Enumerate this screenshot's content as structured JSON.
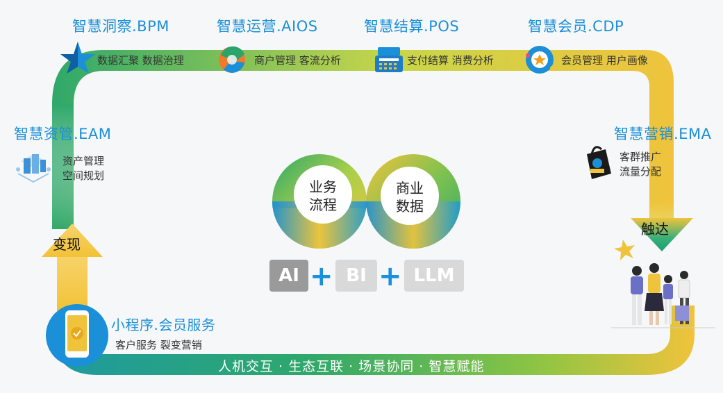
{
  "modules": {
    "bpm": {
      "title": "智慧洞察.BPM",
      "desc": "数据汇聚 数据治理",
      "icon": "star-icon"
    },
    "aios": {
      "title": "智慧运营.AIOS",
      "desc": "商户管理 客流分析",
      "icon": "swirl-logo-icon"
    },
    "pos": {
      "title": "智慧结算.POS",
      "desc": "支付结算 消费分析",
      "icon": "cash-register-icon"
    },
    "cdp": {
      "title": "智慧会员.CDP",
      "desc": "会员管理 用户画像",
      "icon": "member-badge-icon"
    },
    "eam": {
      "title": "智慧资管.EAM",
      "desc1": "资产管理",
      "desc2": "空间规划",
      "icon": "buildings-icon"
    },
    "ema": {
      "title": "智慧营销.EMA",
      "desc1": "客群推广",
      "desc2": "流量分配",
      "icon": "shopping-bag-icon"
    },
    "mini": {
      "title": "小程序.会员服务",
      "desc": "客户服务 裂变营销",
      "icon": "smartphone-icon"
    }
  },
  "arrows": {
    "monetize": "变现",
    "reach": "触达"
  },
  "bottom_band": "人机交互 · 生态互联 · 场景协同 · 智慧赋能",
  "center": {
    "left_line1": "业务",
    "left_line2": "流程",
    "right_line1": "商业",
    "right_line2": "数据"
  },
  "tech": {
    "ai": "AI",
    "bi": "BI",
    "llm": "LLM",
    "plus": "+"
  },
  "colors": {
    "accent_blue": "#1b8fd8",
    "green": "#2fa86a",
    "yellow": "#f0c33c"
  }
}
